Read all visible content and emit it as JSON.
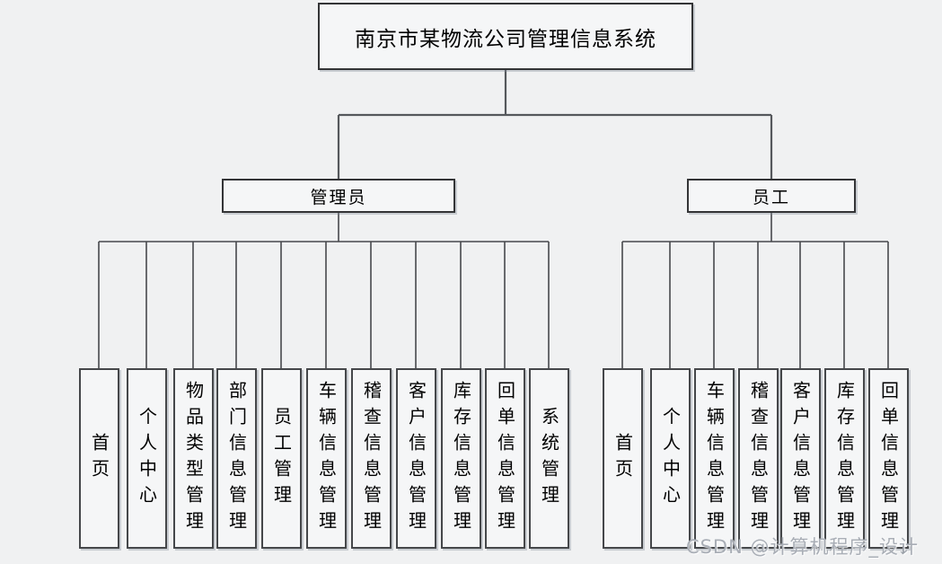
{
  "diagram": {
    "title": "南京市某物流公司管理信息系统",
    "branches": [
      {
        "label": "管理员",
        "children": [
          "首页",
          "个人中心",
          "物品类型管理",
          "部门信息管理",
          "员工管理",
          "车辆信息管理",
          "稽查信息管理",
          "客户信息管理",
          "库存信息管理",
          "回单信息管理",
          "系统管理"
        ]
      },
      {
        "label": "员工",
        "children": [
          "首页",
          "个人中心",
          "车辆信息管理",
          "稽查信息管理",
          "客户信息管理",
          "库存信息管理",
          "回单信息管理"
        ]
      }
    ]
  },
  "watermark": {
    "text": "CSDN @计算机程序_设计",
    "corner_mark": "↓"
  },
  "colors": {
    "background": "#f0f1f2",
    "box_fill": "#f5f6f7",
    "box_border": "#333436",
    "leaf_border": "#45474a",
    "connector": "#4d4d4d",
    "text": "#000000",
    "watermark": "#a9aeb6"
  }
}
